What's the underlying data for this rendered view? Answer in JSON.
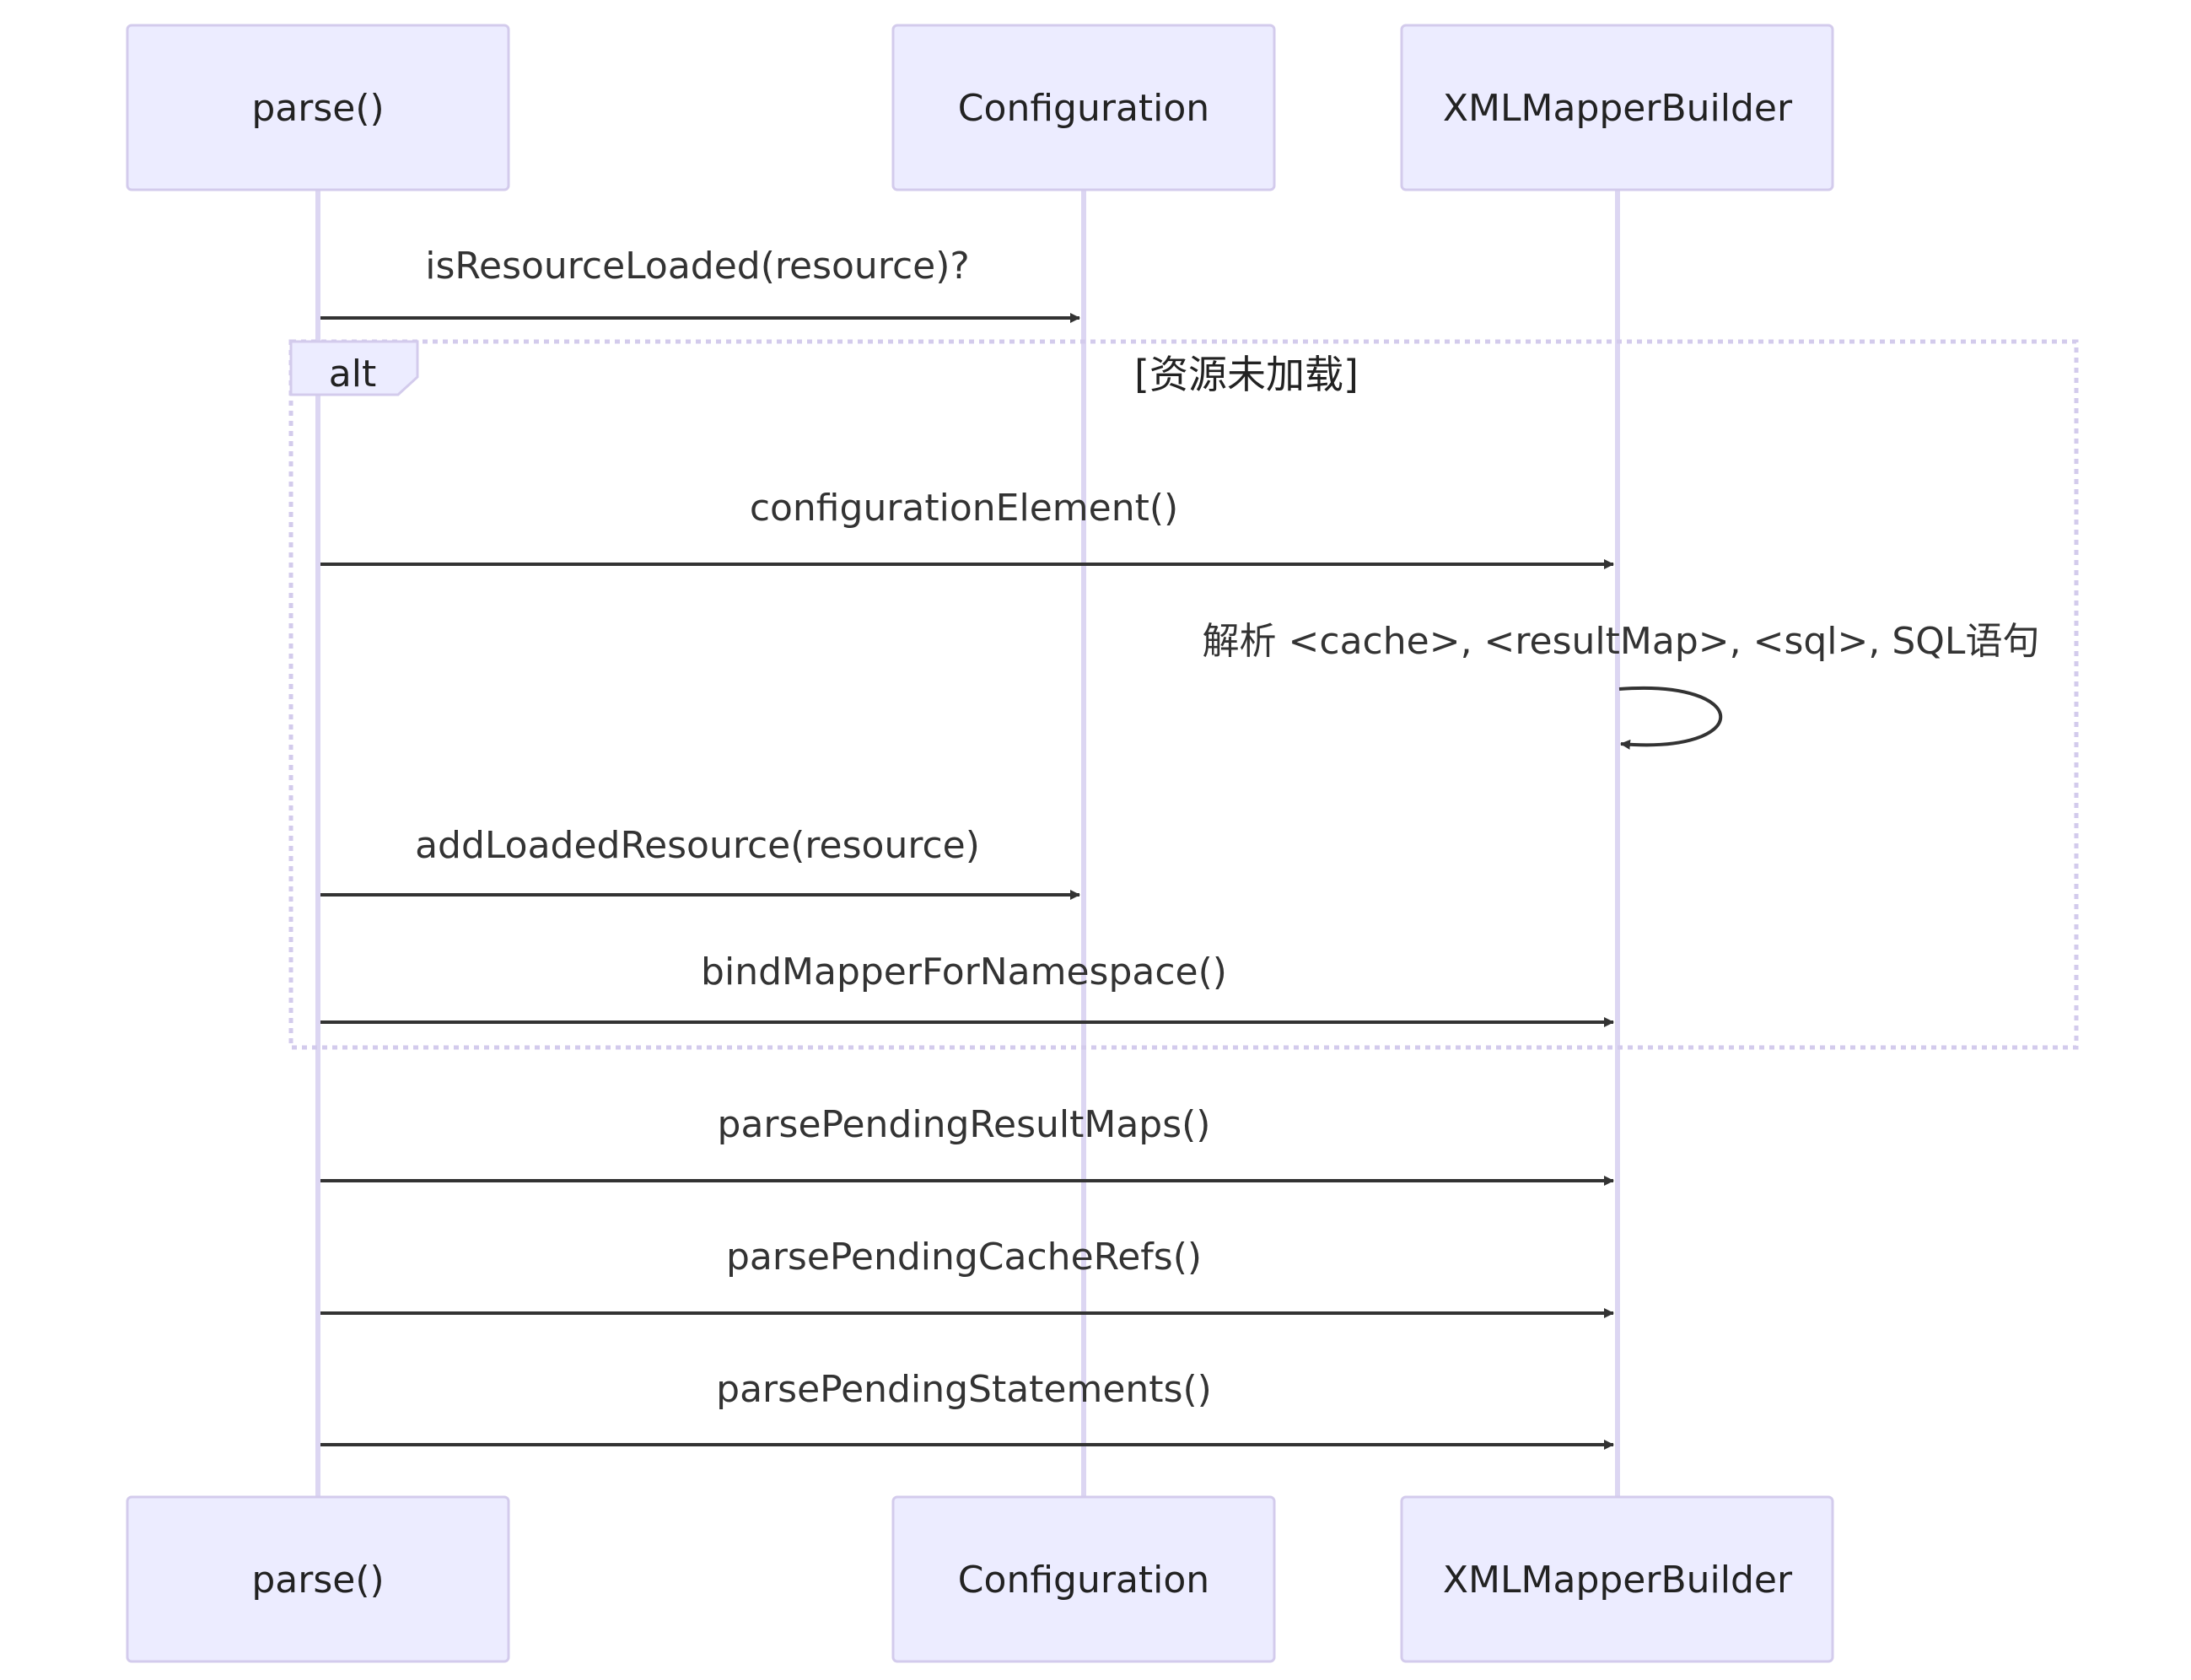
{
  "participants": [
    {
      "label": "parse()"
    },
    {
      "label": "Configuration"
    },
    {
      "label": "XMLMapperBuilder"
    }
  ],
  "messages": [
    {
      "label": "isResourceLoaded(resource)?"
    },
    {
      "label": "configurationElement()"
    },
    {
      "label": "解析 <cache>, <resultMap>, <sql>, SQL语句"
    },
    {
      "label": "addLoadedResource(resource)"
    },
    {
      "label": "bindMapperForNamespace()"
    },
    {
      "label": "parsePendingResultMaps()"
    },
    {
      "label": "parsePendingCacheRefs()"
    },
    {
      "label": "parsePendingStatements()"
    }
  ],
  "alt": {
    "label": "alt",
    "condition": "[资源未加载]"
  }
}
